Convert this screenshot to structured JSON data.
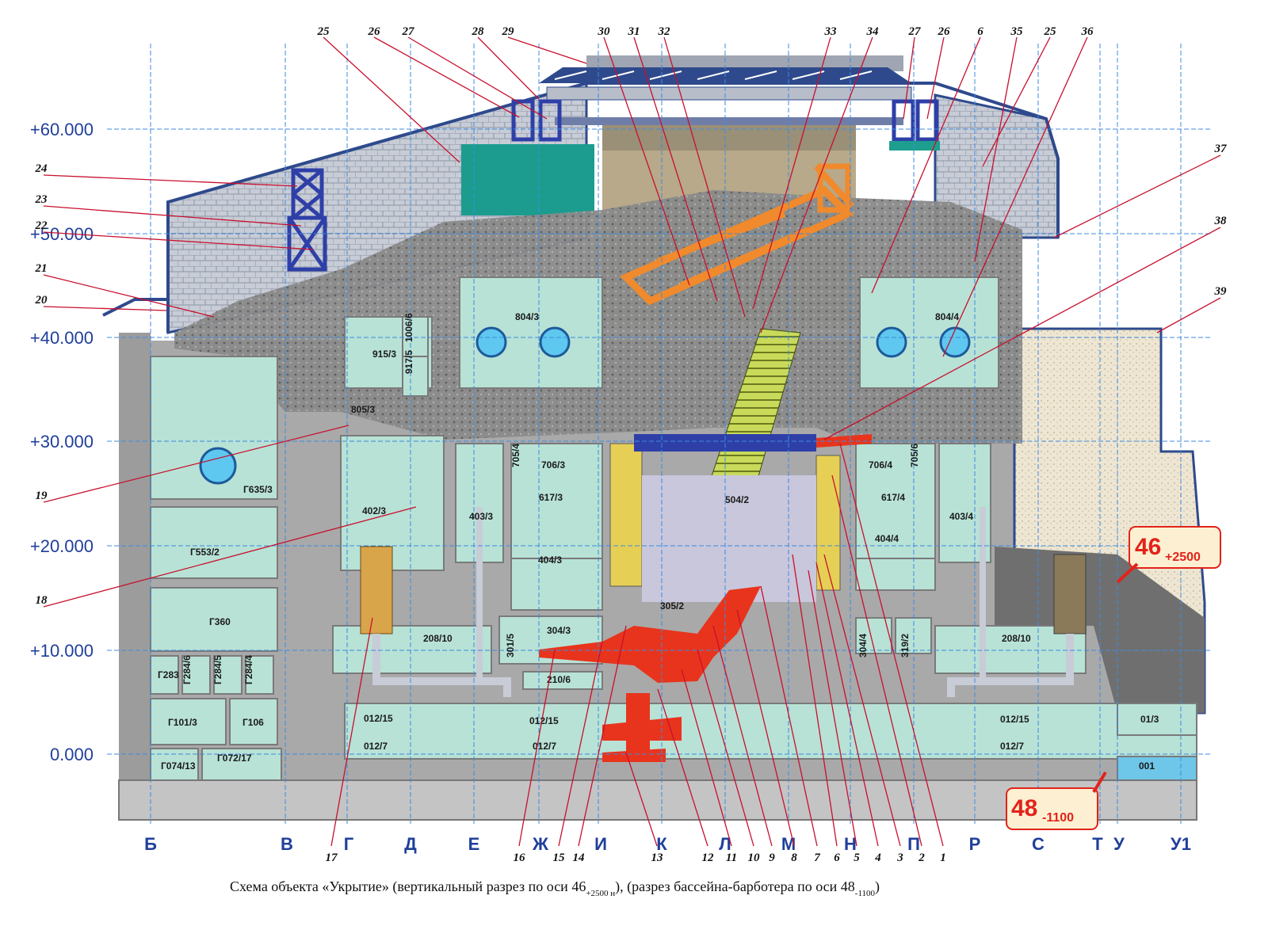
{
  "caption": {
    "text_before": "Схема объекта «Укрытие» (вертикальный разрез по оси 46",
    "sub1": "+2500 н",
    "text_middle": "), (разрез бассейна-барботера по оси 48",
    "sub2": "-1100",
    "text_after": ")"
  },
  "elevations": [
    "+60.000",
    "+50.000",
    "+40.000",
    "+30.000",
    "+20.000",
    "+10.000",
    "0.000"
  ],
  "axes": [
    "Б",
    "В",
    "Г",
    "Д",
    "Е",
    "Ж",
    "И",
    "К",
    "Л",
    "М",
    "Н",
    "П",
    "Р",
    "С",
    "Т",
    "У",
    "У1"
  ],
  "top_callouts": [
    "25",
    "26",
    "27",
    "28",
    "29",
    "30",
    "31",
    "32",
    "33",
    "34",
    "27",
    "26",
    "6",
    "35",
    "25",
    "36"
  ],
  "left_callouts": [
    "24",
    "23",
    "22",
    "21",
    "20",
    "19",
    "18"
  ],
  "right_callouts": [
    "37",
    "38",
    "39"
  ],
  "bottom_callouts": [
    "17",
    "16",
    "15",
    "14",
    "13",
    "12",
    "11",
    "10",
    "9",
    "8",
    "7",
    "6",
    "5",
    "4",
    "3",
    "2",
    "1"
  ],
  "rooms": {
    "r915_3": "915/3",
    "r1006_6": "1006/6",
    "r917_5": "917/5",
    "r804_3": "804/3",
    "r804_4": "804/4",
    "r805_3": "805/3",
    "r635_3": "Г635/3",
    "r553_2": "Г553/2",
    "r402_3": "402/3",
    "r403_3": "403/3",
    "r705_4": "705/4",
    "r706_3": "706/3",
    "r617_3": "617/3",
    "r404_3": "404/3",
    "r504_2": "504/2",
    "r706_4": "706/4",
    "r705_6": "705/6",
    "r617_4": "617/4",
    "r404_4": "404/4",
    "r403_4": "403/4",
    "rG360": "Г360",
    "r208_10a": "208/10",
    "r301_5": "301/5",
    "r304_3": "304/3",
    "r305_2": "305/2",
    "r304_4": "304/4",
    "r319_2": "319/2",
    "r208_10b": "208/10",
    "rG283": "Г283",
    "rG284_6": "Г284/6",
    "rG284_5": "Г284/5",
    "rG284_4": "Г284/4",
    "r210_6": "210/6",
    "rG101_3": "Г101/3",
    "rG106": "Г106",
    "r012_15a": "012/15",
    "r012_15b": "012/15",
    "r012_15c": "012/15",
    "r01_3": "01/3",
    "rG074_13": "Г074/13",
    "rG072_17": "Г072/17",
    "r012_7a": "012/7",
    "r012_7b": "012/7",
    "r012_7c": "012/7",
    "r001": "001"
  },
  "badges": {
    "b46": {
      "main": "46",
      "sub": "+2500"
    },
    "b48": {
      "main": "48",
      "sub": "-1100"
    }
  },
  "colors": {
    "grid": "#3d8be0",
    "roof": "#2e4a8c",
    "wall": "#9a9a9a",
    "room_fill": "#b8e2d6",
    "rubble": "#7f7f7f",
    "lava": "#e8341c",
    "crane": "#f08a2c",
    "callout_line": "#c8102e",
    "badge_bg": "#fdf0d2",
    "water": "#6ec6e8",
    "sand": "#ece4cf"
  }
}
